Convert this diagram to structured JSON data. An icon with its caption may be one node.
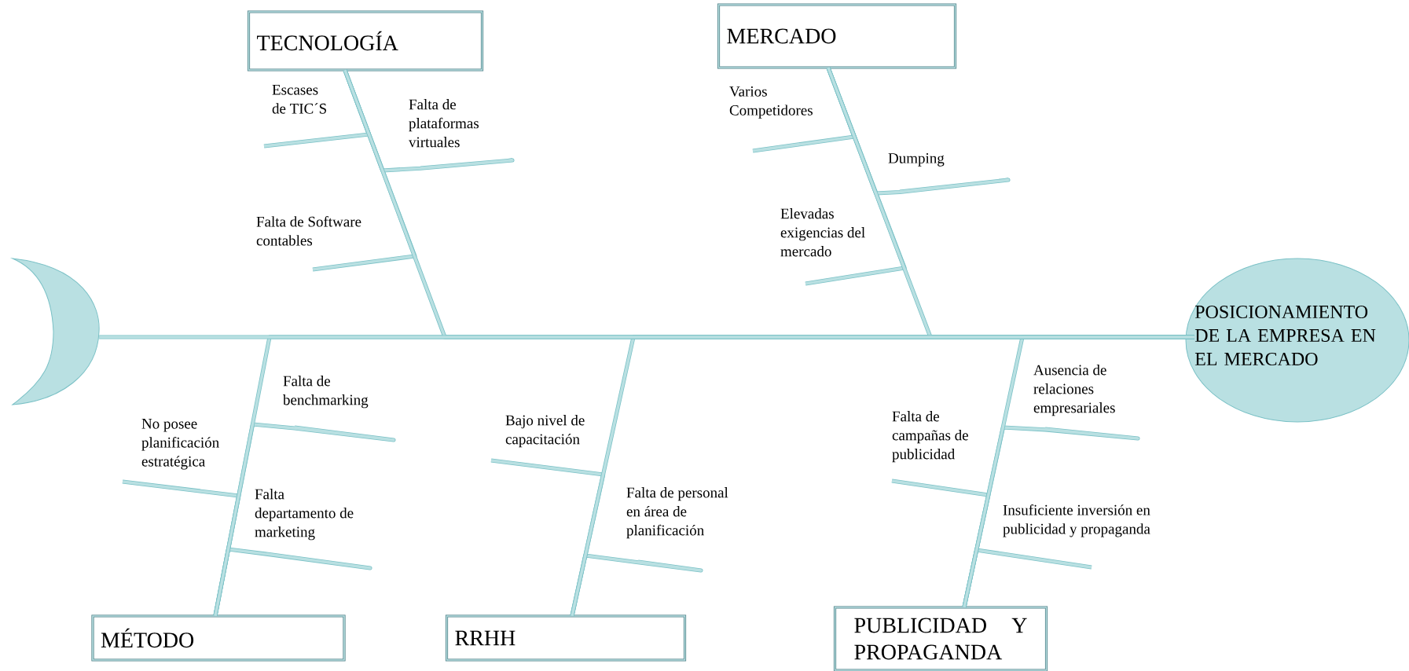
{
  "diagram": {
    "nodes": [
      {
        "text": [],
        "shape": "crescent"
      },
      {
        "text": [
          "TECNOLOGÍA"
        ]
      },
      {
        "text": [
          "MERCADO"
        ]
      },
      {
        "text": [
          "POSICIONAMIENTO DE LA EMPRESA EN EL MERCADO"
        ]
      },
      {
        "text": [
          "MÉTODO"
        ]
      },
      {
        "text": [
          "RRHH"
        ]
      },
      {
        "text": [
          "PUBLICIDAD Y PROPAGANDA"
        ]
      },
      {
        "text": [
          "Escases de TIC´S"
        ]
      },
      {
        "text": [
          "Falta de plataformas virtuales"
        ]
      },
      {
        "text": [
          "Falta de Software contables"
        ]
      },
      {
        "text": [
          "Varios Competidores"
        ]
      },
      {
        "text": [
          "Dumping"
        ]
      },
      {
        "text": [
          "Elevadas exigencias del mercado"
        ]
      },
      {
        "text": [
          "Falta de benchmarking"
        ]
      },
      {
        "text": [
          "No posee planificación estratégica"
        ]
      },
      {
        "text": [
          "Falta departamento de marketing"
        ]
      },
      {
        "text": [
          "Bajo nivel de capacitación"
        ]
      },
      {
        "text": [
          "Falta de personal en área de planificación"
        ]
      },
      {
        "text": [
          "Ausencia de relaciones empresariales"
        ]
      },
      {
        "text": [
          "Falta de campañas de publicidad"
        ]
      },
      {
        "text": [
          "Insuficiente inversión en publicidad y propaganda"
        ]
      }
    ],
    "edges": [
      {
        "from": 0,
        "to": 3,
        "arrow": "none"
      },
      {
        "from": 1,
        "to": 3,
        "arrow": "none"
      },
      {
        "from": 2,
        "to": 3,
        "arrow": "none"
      },
      {
        "from": 4,
        "to": 3,
        "arrow": "none"
      },
      {
        "from": 5,
        "to": 3,
        "arrow": "none"
      },
      {
        "from": 6,
        "to": 3,
        "arrow": "none"
      },
      {
        "from": 7,
        "to": 1,
        "arrow": "none"
      },
      {
        "from": 8,
        "to": 1,
        "arrow": "none"
      },
      {
        "from": 9,
        "to": 1,
        "arrow": "none"
      },
      {
        "from": 10,
        "to": 2,
        "arrow": "none"
      },
      {
        "from": 11,
        "to": 2,
        "arrow": "none"
      },
      {
        "from": 12,
        "to": 2,
        "arrow": "none"
      },
      {
        "from": 13,
        "to": 4,
        "arrow": "none"
      },
      {
        "from": 14,
        "to": 4,
        "arrow": "none"
      },
      {
        "from": 15,
        "to": 4,
        "arrow": "none"
      },
      {
        "from": 16,
        "to": 5,
        "arrow": "none"
      },
      {
        "from": 17,
        "to": 5,
        "arrow": "none"
      },
      {
        "from": 18,
        "to": 6,
        "arrow": "none"
      },
      {
        "from": 19,
        "to": 6,
        "arrow": "none"
      },
      {
        "from": 20,
        "to": 6,
        "arrow": "none"
      }
    ]
  }
}
